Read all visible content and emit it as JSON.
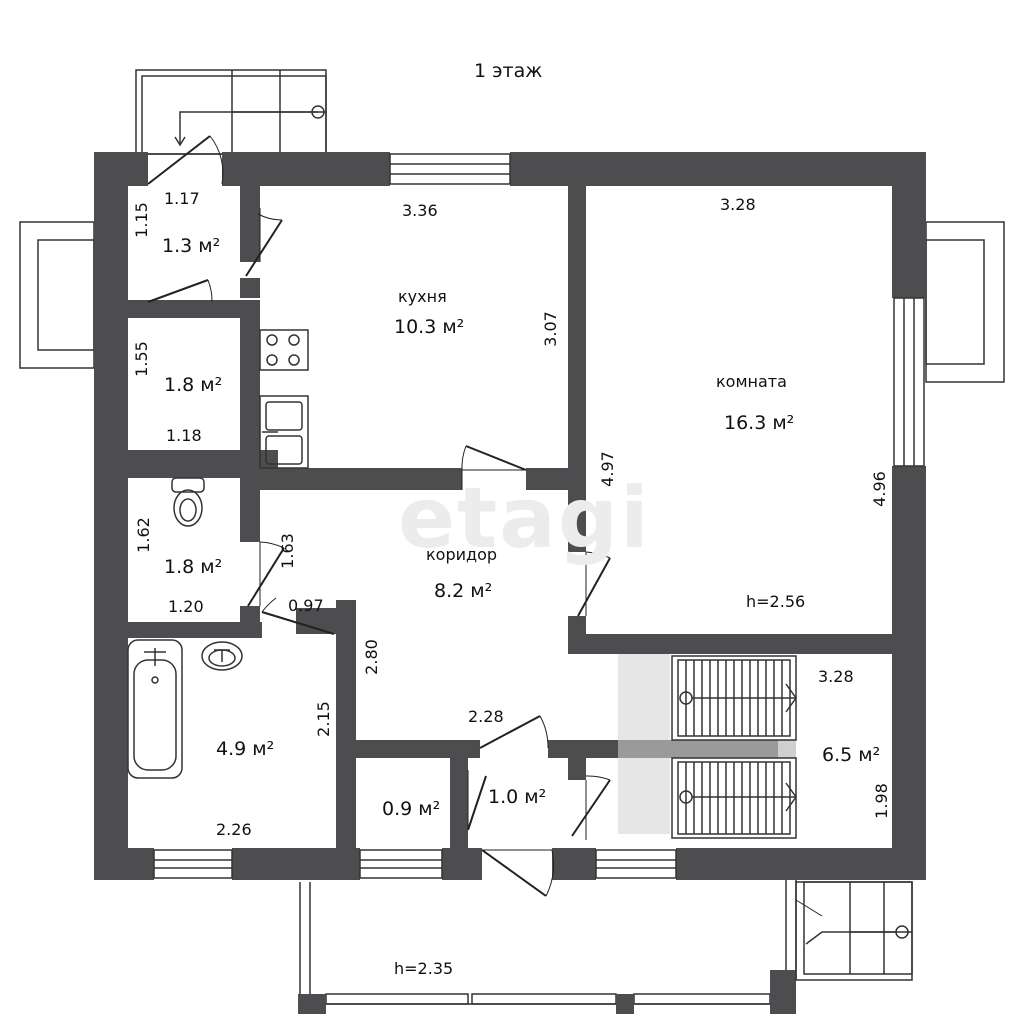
{
  "floor_title": "1 этаж",
  "watermark": "etagi",
  "rooms": {
    "kitchen": {
      "name": "кухня",
      "area": "10.3 м²"
    },
    "living": {
      "name": "комната",
      "area": "16.3 м²",
      "height": "h=2.56"
    },
    "corridor": {
      "name": "коридор",
      "area": "8.2 м²"
    },
    "vestibule": {
      "area": "1.3 м²"
    },
    "pantry": {
      "area": "1.8 м²"
    },
    "toilet": {
      "area": "1.8 м²"
    },
    "bathroom": {
      "area": "4.9 м²"
    },
    "closet": {
      "area": "0.9 м²"
    },
    "entry": {
      "area": "1.0 м²"
    },
    "stair_hall": {
      "area": "6.5 м²"
    },
    "veranda": {
      "height": "h=2.35"
    }
  },
  "dimensions": {
    "vestibule_w": "1.17",
    "vestibule_h": "1.15",
    "pantry_h": "1.55",
    "pantry_w": "1.18",
    "toilet_h": "1.62",
    "toilet_w": "1.20",
    "toilet_door": "1.63",
    "kitchen_w": "3.36",
    "kitchen_h": "3.07",
    "living_w": "3.28",
    "living_h_left": "4.97",
    "living_h_right": "4.96",
    "corridor_door": "0.97",
    "corridor_h": "2.80",
    "corridor_w": "2.28",
    "bath_h": "2.15",
    "bath_w": "2.26",
    "stair_w": "3.28",
    "stair_h": "1.98"
  },
  "colors": {
    "wall": "#4d4d4f",
    "line": "#333333",
    "watermark": "#ececec"
  },
  "icons": [
    "stove-icon",
    "sink-icon",
    "toilet-icon",
    "bathtub-icon",
    "washbasin-icon",
    "stairs-icon",
    "door-icon",
    "window-icon"
  ]
}
